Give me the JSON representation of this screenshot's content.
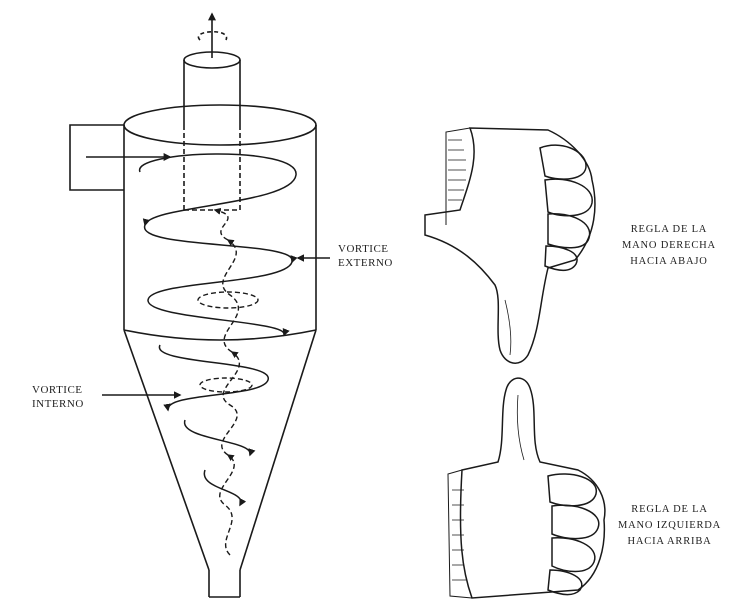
{
  "labels": {
    "outer_vortex": [
      "VORTICE",
      "EXTERNO"
    ],
    "inner_vortex": [
      "VORTICE",
      "INTERNO"
    ],
    "right_hand": [
      "REGLA DE LA",
      "MANO DERECHA",
      "HACIA ABAJO"
    ],
    "left_hand": [
      "REGLA DE LA",
      "MANO IZQUIERDA",
      "HACIA ARRIBA"
    ]
  },
  "colors": {
    "ink": "#1a1a1a",
    "paper": "#ffffff"
  }
}
